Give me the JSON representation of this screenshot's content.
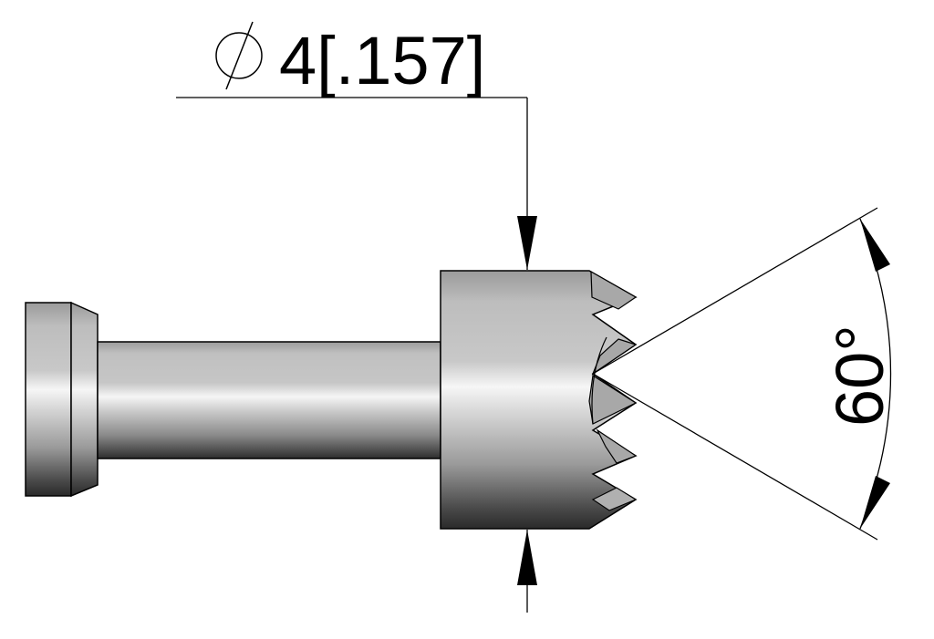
{
  "drawing": {
    "type": "engineering-drawing",
    "subject": "spur-tipped pin / cutter",
    "diameter_dimension": {
      "symbol": "⌀",
      "value_mm": "4",
      "value_in": "[.157]",
      "label": "4[.157]"
    },
    "angle_dimension": {
      "value": "60°"
    },
    "colors": {
      "line": "#000000",
      "metal_light": "#f4f4f4",
      "metal_mid": "#bdbdbd",
      "metal_dark": "#2e2e2e",
      "tooth_face": "#a8a8a8",
      "background": "#ffffff"
    }
  }
}
